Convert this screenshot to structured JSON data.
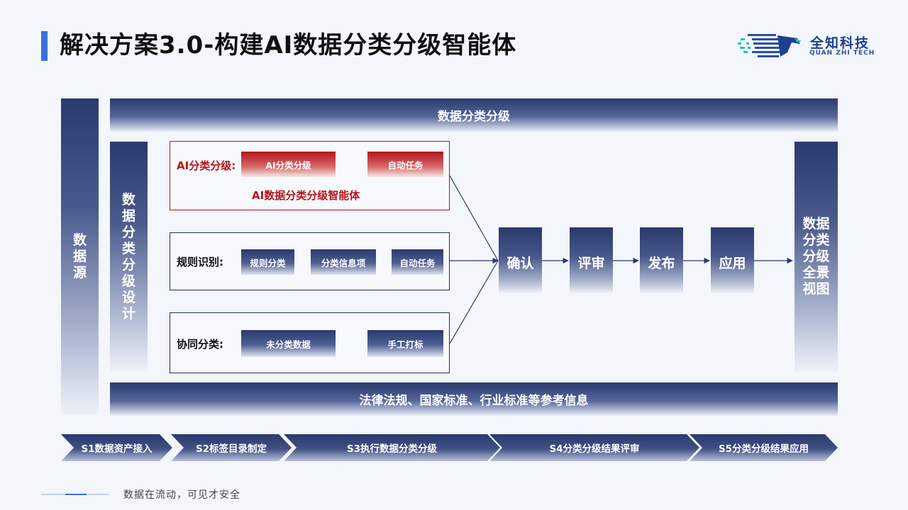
{
  "header": {
    "title": "解决方案3.0-构建AI数据分类分级智能体",
    "logo_cn": "全知科技",
    "logo_en": "QUAN ZHI TECH"
  },
  "left_column": {
    "chars": [
      "数",
      "据",
      "源"
    ]
  },
  "top_bar": {
    "label": "数据分类分级"
  },
  "design_column": {
    "chars": [
      "数",
      "据",
      "分",
      "类",
      "分",
      "级",
      "设",
      "计"
    ]
  },
  "ai_box": {
    "label": "AI分类分级:",
    "step1": "AI分类分级",
    "step2": "自动任务",
    "caption": "AI数据分类分级智能体"
  },
  "rule_box": {
    "label": "规则识别:",
    "step1": "规则分类",
    "step2": "分类信息项",
    "step3": "自动任务"
  },
  "collab_box": {
    "label": "协同分类:",
    "step1": "未分类数据",
    "step2": "手工打标"
  },
  "process_steps": [
    "确认",
    "评审",
    "发布",
    "应用"
  ],
  "right_column": {
    "lines": [
      "数据",
      "分类",
      "分级",
      "全景",
      "视图"
    ]
  },
  "bottom_bar": {
    "label": "法律法规、国家标准、行业标准等参考信息"
  },
  "stages": [
    "S1数据资产接入",
    "S2标签目录制定",
    "S3执行数据分类分级",
    "S4分类分级结果评审",
    "S5分类分级结果应用"
  ],
  "footer": {
    "text": "数据在流动，可见才安全"
  },
  "colors": {
    "accent": "#3a6fd8",
    "navy": "#2a3a6e",
    "red": "#b5151b"
  }
}
